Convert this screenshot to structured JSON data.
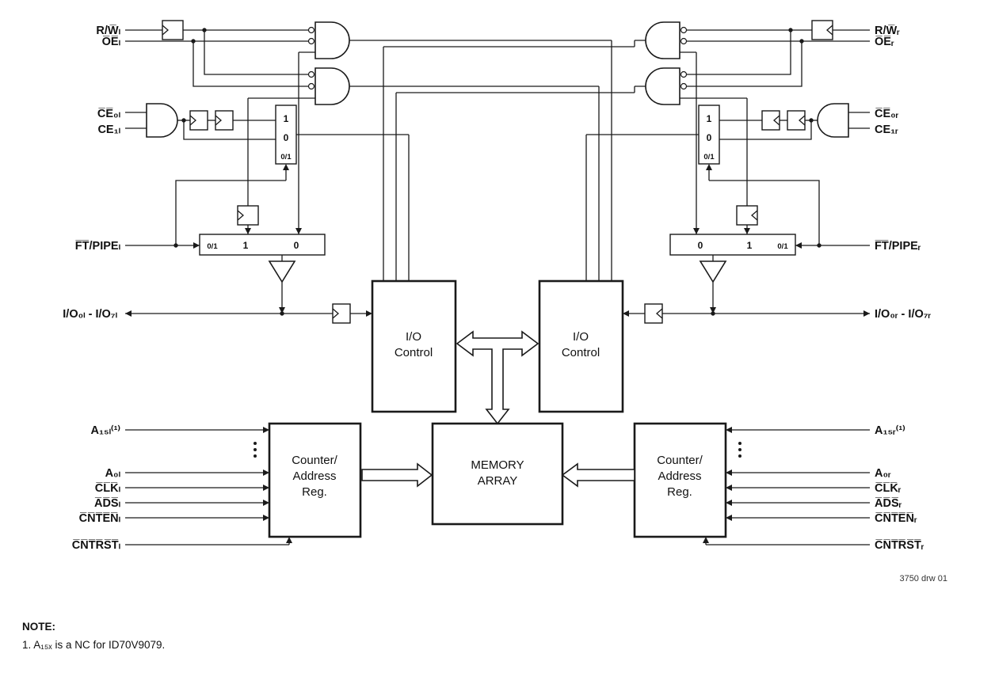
{
  "diagram": {
    "signals_left": {
      "rw": "R/W̅ₗ",
      "oe": "O̅E̅ₗ",
      "ce0": "C̅E̅₀ₗ",
      "ce1": "CE₁ₗ",
      "ftpipe": "F̅T̅/PIPEₗ",
      "io": "I/O₀ₗ - I/O₇ₗ",
      "a15": "A₁₅ₗ⁽¹⁾",
      "a0": "A₀ₗ",
      "clk": "C̅L̅K̅ₗ",
      "ads": "A̅D̅S̅ₗ",
      "cnten": "C̅N̅T̅E̅N̅ₗ",
      "cntrst": "C̅N̅T̅R̅S̅T̅ₗ"
    },
    "signals_right": {
      "rw": "R/W̅ᵣ",
      "oe": "O̅E̅ᵣ",
      "ce0": "C̅E̅₀ᵣ",
      "ce1": "CE₁ᵣ",
      "ftpipe": "F̅T̅/PIPEᵣ",
      "io": "I/O₀ᵣ - I/O₇ᵣ",
      "a15": "A₁₅ᵣ⁽¹⁾",
      "a0": "A₀ᵣ",
      "clk": "C̅L̅K̅ᵣ",
      "ads": "A̅D̅S̅ᵣ",
      "cnten": "C̅N̅T̅E̅N̅ᵣ",
      "cntrst": "C̅N̅T̅R̅S̅T̅ᵣ"
    },
    "blocks": {
      "io_control": [
        "I/O",
        "Control"
      ],
      "memory": [
        "MEMORY",
        "ARRAY"
      ],
      "counter": [
        "Counter/",
        "Address",
        "Reg."
      ]
    },
    "mux_left_vertical": [
      "1",
      "0",
      "0/1"
    ],
    "mux_right_vertical": [
      "1",
      "0",
      "0/1"
    ],
    "mux_left_horizontal": [
      "0/1",
      "1",
      "0"
    ],
    "mux_right_horizontal": [
      "0",
      "1",
      "0/1"
    ],
    "drawing_number": "3750 drw 01"
  },
  "note": {
    "heading": "NOTE:",
    "item": "1.  A₁₅ₓ is a NC for ID70V9079."
  }
}
